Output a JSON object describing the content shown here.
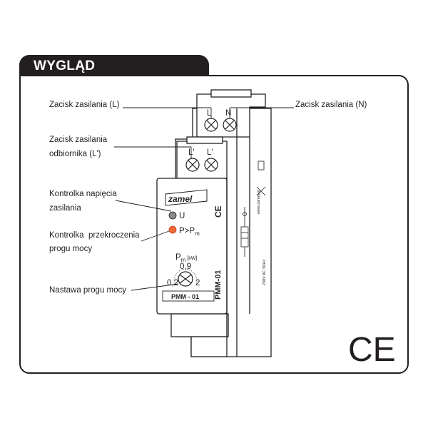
{
  "header": {
    "title": "WYGLĄD"
  },
  "callouts": [
    {
      "id": "terminal-l",
      "lines": [
        "Zacisk zasilania (L)"
      ]
    },
    {
      "id": "terminal-n",
      "lines": [
        "Zacisk zasilania (N)"
      ]
    },
    {
      "id": "terminal-lp",
      "lines": [
        "Zacisk zasilania",
        "odbiornika (L')"
      ]
    },
    {
      "id": "voltage-led",
      "lines": [
        "Kontrolka napięcia",
        "zasilania"
      ]
    },
    {
      "id": "overload-led",
      "lines": [
        "Kontrolka  przekroczenia",
        "progu mocy"
      ]
    },
    {
      "id": "threshold",
      "lines": [
        "Nastawa progu mocy"
      ]
    }
  ],
  "device": {
    "brand": "zamel",
    "model": "PMM - 01",
    "side_model": "PMM-01",
    "terminal_top": [
      "L",
      "N"
    ],
    "terminal_mid": [
      "L'",
      "L'"
    ],
    "led_u": "U",
    "led_p": "P>P",
    "led_p_sub": "m",
    "power_label": "P",
    "power_sub": "m",
    "power_unit": "[kW]",
    "knob_scale": [
      "0,9",
      "0,2",
      "2"
    ],
    "side_text": [
      "230V AC  50Hz",
      "www.zamel.pl"
    ],
    "ce_mark": "CE",
    "led_colors": {
      "u": "#8a8a8a",
      "p": "#f06a3a"
    }
  },
  "ce_mark": "CE"
}
